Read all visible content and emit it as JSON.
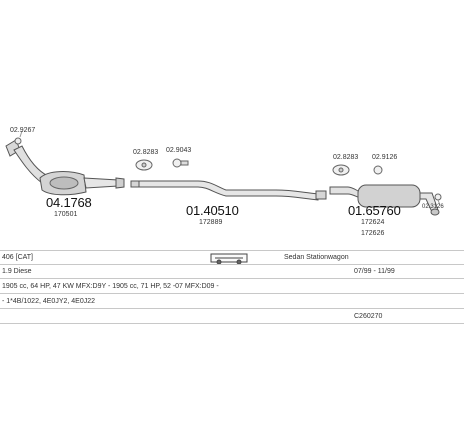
{
  "diagram": {
    "part1": {
      "small_code": "02.9267",
      "number": "04.1768",
      "sub_number": "170501"
    },
    "part2": {
      "clamp_a": "02.8283",
      "clamp_b": "02.9043",
      "number": "01.40510",
      "sub_number": "172889"
    },
    "part3": {
      "clamp_a": "02.8283",
      "clamp_b": "02.9126",
      "clamp_c": "02.3126",
      "number": "01.65760",
      "sub_number_1": "172624",
      "sub_number_2": "172626"
    }
  },
  "info": {
    "model": "406 [CAT]",
    "body": "Sedan Stationwagon",
    "engine": "1.9 Diese",
    "years": "07/99 - 11/99",
    "power": "1905 cc, 64 HP, 47 KW MFX:D9Y - 1905 cc, 71 HP, 52 -07 MFX:D09 -",
    "extra": "- 1*4B/1022, 4E0JY2, 4E0J22",
    "ref": "C260270"
  }
}
